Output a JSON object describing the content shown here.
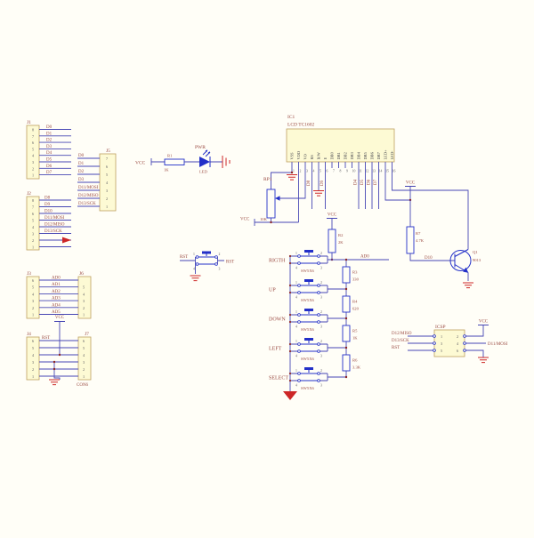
{
  "power": {
    "vcc": "VCC",
    "rst": "RST"
  },
  "connectors": {
    "j1": {
      "label": "J1",
      "rows": [
        {
          "pin": "8",
          "net": "D0"
        },
        {
          "pin": "7",
          "net": "D1"
        },
        {
          "pin": "6",
          "net": "D2"
        },
        {
          "pin": "5",
          "net": "D3"
        },
        {
          "pin": "4",
          "net": "D4"
        },
        {
          "pin": "3",
          "net": "D5"
        },
        {
          "pin": "2",
          "net": "D6"
        },
        {
          "pin": "1",
          "net": "D7"
        }
      ]
    },
    "j2": {
      "label": "J2",
      "rows": [
        {
          "pin": "8",
          "net": "D8"
        },
        {
          "pin": "7",
          "net": "D9"
        },
        {
          "pin": "6",
          "net": "D10"
        },
        {
          "pin": "5",
          "net": "D11/MOSI"
        },
        {
          "pin": "4",
          "net": "D12/MISO"
        },
        {
          "pin": "3",
          "net": "D13/SCK"
        },
        {
          "pin": "2",
          "net": ""
        },
        {
          "pin": "1",
          "net": ""
        }
      ]
    },
    "j5": {
      "label": "J5",
      "rows": [
        {
          "pin": "7",
          "net": "D0"
        },
        {
          "pin": "6",
          "net": "D1"
        },
        {
          "pin": "5",
          "net": "D2"
        },
        {
          "pin": "4",
          "net": "D3"
        },
        {
          "pin": "3",
          "net": "D11/MOSI"
        },
        {
          "pin": "2",
          "net": "D12/MISO"
        },
        {
          "pin": "1",
          "net": "D13/SCK"
        }
      ]
    },
    "j3": {
      "label": "J3",
      "rows": [
        {
          "pin_l": "6",
          "net": "AD0",
          "pin_r": ""
        },
        {
          "pin_l": "5",
          "net": "AD1",
          "pin_r": "5"
        },
        {
          "pin_l": "4",
          "net": "AD2",
          "pin_r": "4"
        },
        {
          "pin_l": "3",
          "net": "AD3",
          "pin_r": "3"
        },
        {
          "pin_l": "2",
          "net": "AD4",
          "pin_r": "2"
        },
        {
          "pin_l": "1",
          "net": "AD5",
          "pin_r": "1"
        }
      ]
    },
    "j6": {
      "label": "J6"
    },
    "j4": {
      "label": "J4",
      "rows": [
        {
          "pin_l": "6",
          "pin_r": "6"
        },
        {
          "pin_l": "5",
          "pin_r": "5"
        },
        {
          "pin_l": "4",
          "pin_r": "4"
        },
        {
          "pin_l": "3",
          "pin_r": "3"
        },
        {
          "pin_l": "2",
          "pin_r": "2"
        },
        {
          "pin_l": "1",
          "pin_r": "1"
        }
      ]
    },
    "j7": {
      "label": "J7",
      "sub": "CON6"
    },
    "icsp": {
      "label": "ICSP",
      "mosi": "D11/MOSI",
      "rows": [
        {
          "net": "D12/MISO",
          "pin_l": "1",
          "pin_r": "2"
        },
        {
          "net": "D13/SCK",
          "pin_l": "3",
          "pin_r": "4"
        },
        {
          "net": "RST",
          "pin_l": "5",
          "pin_r": "6"
        }
      ]
    }
  },
  "lcd": {
    "designator": "IC1",
    "part": "LCD TC1602",
    "pins": [
      {
        "num": "1",
        "name": "VSS"
      },
      {
        "num": "2",
        "name": "VDD"
      },
      {
        "num": "3",
        "name": "VO"
      },
      {
        "num": "4",
        "name": "RS"
      },
      {
        "num": "5",
        "name": "R/W"
      },
      {
        "num": "6",
        "name": "E"
      },
      {
        "num": "7",
        "name": "DB0"
      },
      {
        "num": "8",
        "name": "DB1"
      },
      {
        "num": "9",
        "name": "DB2"
      },
      {
        "num": "10",
        "name": "DB3"
      },
      {
        "num": "11",
        "name": "DB4"
      },
      {
        "num": "12",
        "name": "DB5"
      },
      {
        "num": "13",
        "name": "DB6"
      },
      {
        "num": "14",
        "name": "DB7"
      },
      {
        "num": "15",
        "name": "LED+"
      },
      {
        "num": "16",
        "name": "LED-"
      }
    ],
    "tags": {
      "rs": "D8",
      "e": "D9",
      "db4": "D4",
      "db5": "D5",
      "db6": "D6",
      "db7": "D7"
    }
  },
  "pwr_led": {
    "r_name": "R1",
    "r_value": "1K",
    "tag": "PWR",
    "label": "LED"
  },
  "contrast": {
    "name": "RP1",
    "value": "10K"
  },
  "backlight": {
    "r_name": "R7",
    "r_value": "4.7K",
    "q_name": "Q1",
    "q_value": "9013",
    "net": "D10"
  },
  "reset": {
    "net": "RST",
    "p1": "1",
    "p2": "2",
    "p3": "3",
    "p4": "4"
  },
  "keypad": {
    "pullup_name": "R2",
    "pullup_value": "2K",
    "tap": "AD0",
    "buttons": [
      {
        "label": "RIGTH",
        "part": "SW5X6",
        "p1": "1",
        "p2": "2",
        "p3": "3",
        "p4": "4"
      },
      {
        "label": "UP",
        "part": "SW5X6",
        "p1": "1",
        "p2": "2",
        "p3": "3",
        "p4": "4"
      },
      {
        "label": "DOWN",
        "part": "SW5X6",
        "p1": "1",
        "p2": "2",
        "p3": "3",
        "p4": "4"
      },
      {
        "label": "LEFT",
        "part": "SW5X6",
        "p1": "1",
        "p2": "2",
        "p3": "3",
        "p4": "4"
      },
      {
        "label": "SELECT",
        "part": "SW5X6",
        "p1": "1",
        "p2": "2",
        "p3": "3",
        "p4": "4"
      }
    ],
    "resistors": [
      {
        "name": "R3",
        "value": "330"
      },
      {
        "name": "R4",
        "value": "620"
      },
      {
        "name": "R5",
        "value": "1K"
      },
      {
        "name": "R6",
        "value": "3.3K"
      }
    ]
  }
}
